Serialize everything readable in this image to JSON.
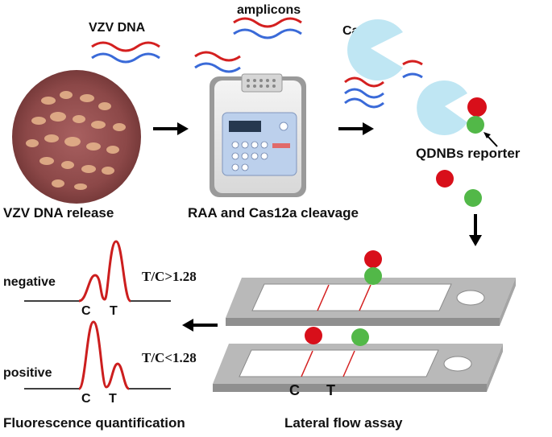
{
  "labels": {
    "vzv_dna": "VZV DNA",
    "amplicons": "amplicons",
    "cas12a": "Cas12a",
    "reporter": "QDNBs reporter",
    "step1": "VZV DNA  release",
    "step2": "RAA  and Cas12a cleavage",
    "negative": "negative",
    "positive": "positive",
    "neg_ratio": "T/C>1.28",
    "pos_ratio": "T/C<1.28",
    "c_peak": "C",
    "t_peak": "T",
    "strip_c": "C",
    "strip_t": "T",
    "fluor": "Fluorescence quantification",
    "lfa": "Lateral flow assay"
  },
  "colors": {
    "dna_red": "#d42020",
    "dna_blue": "#3a6ad8",
    "cas": "#bfe6f3",
    "dot_red": "#d80f1a",
    "dot_green": "#52b848",
    "curve": "#cc1e1e",
    "arrow": "#000000"
  }
}
